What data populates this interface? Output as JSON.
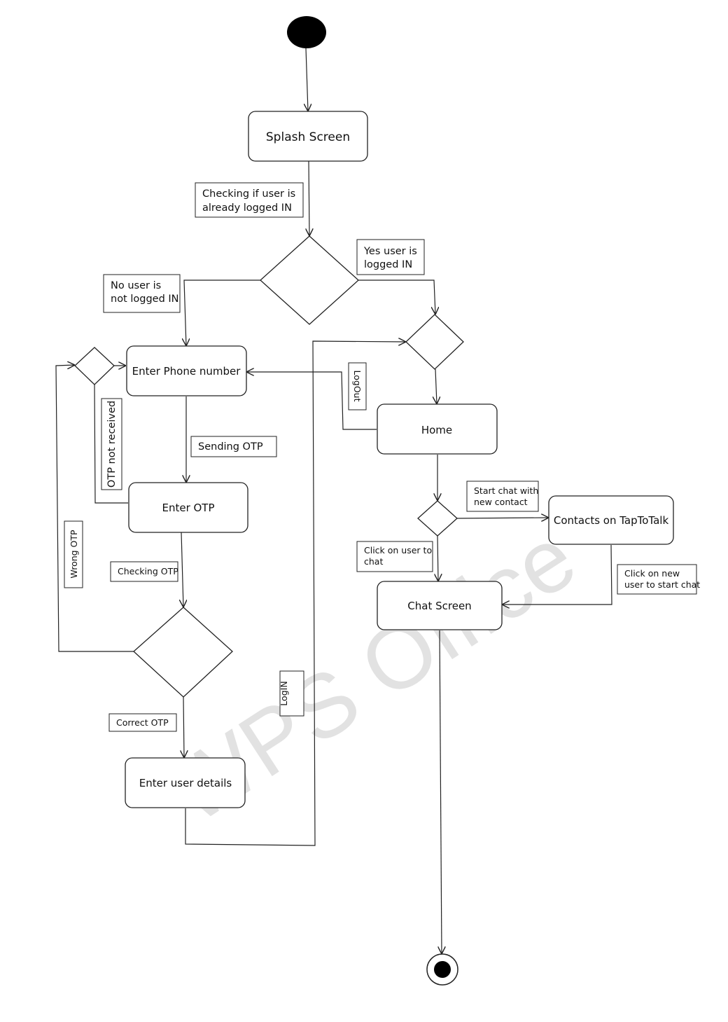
{
  "nodes": {
    "splash": "Splash Screen",
    "enter_phone": "Enter Phone number",
    "enter_otp": "Enter OTP",
    "enter_user_details": "Enter user details",
    "home": "Home",
    "contacts": "Contacts on TapToTalk",
    "chat_screen": "Chat Screen"
  },
  "labels": {
    "checking_logged_in": [
      "Checking if user is",
      "already logged IN"
    ],
    "yes_logged_in": [
      "Yes user is",
      "logged IN"
    ],
    "no_logged_in": [
      "No user is",
      "not logged IN"
    ],
    "logout": "LogOut",
    "otp_not_received": "OTP not received",
    "sending_otp": "Sending OTP",
    "wrong_otp": "Wrong OTP",
    "checking_otp": "Checking OTP",
    "correct_otp": "Correct OTP",
    "login": "LogIN",
    "start_chat_new_contact": [
      "Start chat with",
      "new contact"
    ],
    "click_user_to_chat": [
      "Click on user to",
      "chat"
    ],
    "click_new_user": [
      "Click on new",
      "user to start chat"
    ]
  },
  "watermark": "WPS Office",
  "colors": {
    "line": "#222222",
    "watermark": "#e2e2e2",
    "background": "#ffffff"
  }
}
